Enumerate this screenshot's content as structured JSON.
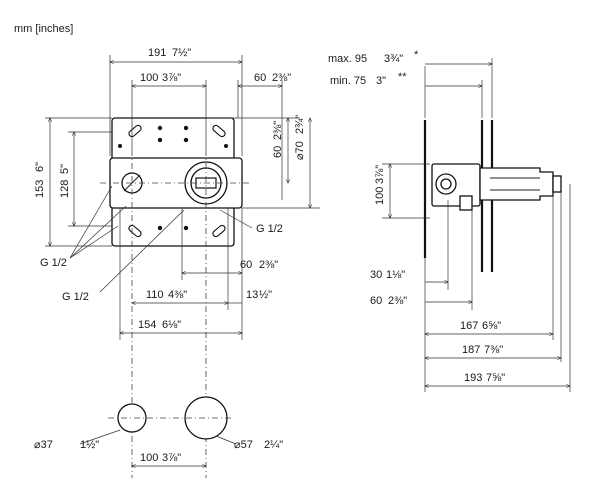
{
  "units_label": "mm [inches]",
  "front": {
    "width_top": "191",
    "width_top_in": "7½\"",
    "spacing_100": "100",
    "spacing_100_in": "3⅞\"",
    "spacing_60": "60",
    "spacing_60_in": "2⅜\"",
    "height_153": "153",
    "height_153_in": "6\"",
    "height_128": "128",
    "height_128_in": "5\"",
    "vertical_60": "60",
    "vertical_60_in": "2⅜\"",
    "diameter_70": "⌀70",
    "diameter_70_in": "2¾\"",
    "thread_right": "G 1/2",
    "thread_left": "G 1/2",
    "thread_bottom": "G 1/2",
    "bottom_60": "60",
    "bottom_60_in": "2⅜\"",
    "dim_110": "110",
    "dim_110_in": "4⅜\"",
    "dim_13": "13",
    "dim_13_in": "½\"",
    "dim_154": "154",
    "dim_154_in": "6⅛\""
  },
  "side": {
    "max_95": "max. 95",
    "max_95_in": "3¾\"",
    "max_mark": "*",
    "min_75": "min. 75",
    "min_75_in": "3\"",
    "min_mark": "**",
    "height_100": "100",
    "height_100_in": "3⅞\"",
    "depth_30": "30",
    "depth_30_in": "1⅛\"",
    "depth_60": "60",
    "depth_60_in": "2⅜\"",
    "len_167": "167",
    "len_167_in": "6⅝\"",
    "len_187": "187",
    "len_187_in": "7⅜\"",
    "len_193": "193",
    "len_193_in": "7⅝\""
  },
  "escutcheons": {
    "small_diameter": "⌀37",
    "small_diameter_in": "1½\"",
    "large_diameter": "⌀57",
    "large_diameter_in": "2¼\"",
    "spacing_100": "100",
    "spacing_100_in": "3⅞\""
  }
}
